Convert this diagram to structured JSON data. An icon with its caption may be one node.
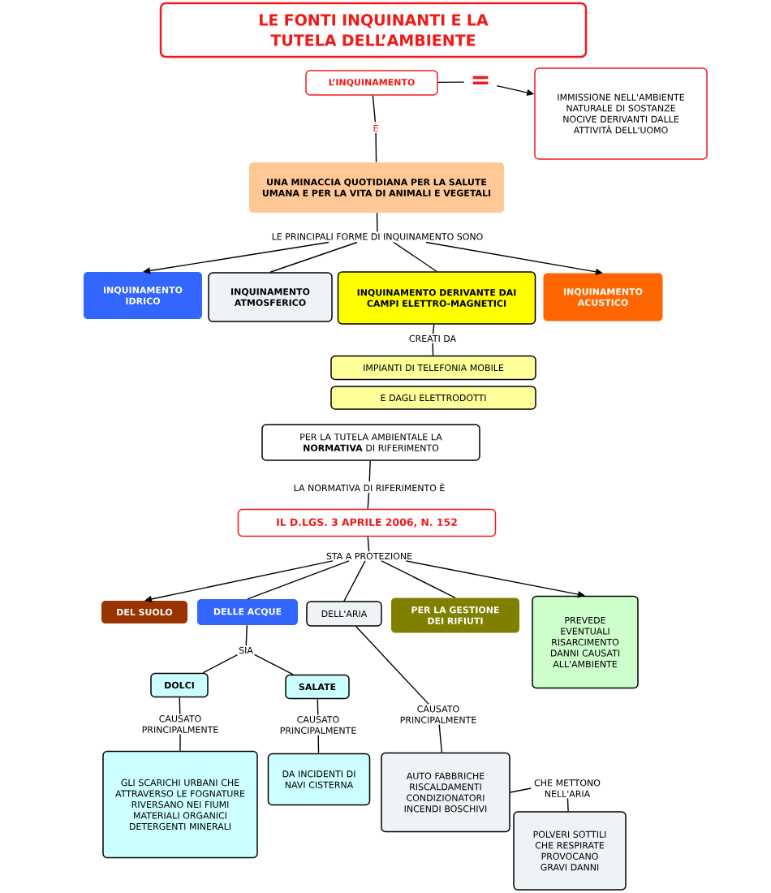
{
  "diagram": {
    "title": "LE FONTI INQUINANTI E LA TUTELA DELL’AMBIENTE",
    "nodes": [
      {
        "text": [
          "L’INQUINAMENTO"
        ]
      },
      {
        "text": [
          "="
        ]
      },
      {
        "text": [
          "IMMISSIONE NELL'AMBIENTE NATURALE DI SOSTANZE NOCIVE DERIVANTI DALLE ATTIVITÀ DELL'UOMO"
        ]
      },
      {
        "text": [
          "È"
        ]
      },
      {
        "text": [
          "UNA MINACCIA QUOTIDIANA PER LA SALUTE UMANA E PER LA VITA DI ANIMALI E VEGETALI"
        ]
      },
      {
        "text": [
          "LE PRINCIPALI FORME DI INQUINAMENTO SONO"
        ]
      },
      {
        "text": [
          "INQUINAMENTO IDRICO"
        ]
      },
      {
        "text": [
          "INQUINAMENTO ATMOSFERICO"
        ]
      },
      {
        "text": [
          "INQUINAMENTO DERIVANTE DAI CAMPI ELETTRO-MAGNETICI"
        ]
      },
      {
        "text": [
          "INQUINAMENTO ACUSTICO"
        ]
      },
      {
        "text": [
          "CREATI DA"
        ]
      },
      {
        "text": [
          "IMPIANTI DI TELEFONIA MOBILE"
        ]
      },
      {
        "text": [
          "E DAGLI ELETTRODOTTI"
        ]
      },
      {
        "text": [
          "PER LA TUTELA AMBIENTALE LA **NORMATIVA** DI RIFERIMENTO"
        ]
      },
      {
        "text": [
          "LA NORMATIVA DI RIFERIMENTO È"
        ]
      },
      {
        "text": [
          "IL D.LGS. 3 APRILE 2006, N. 152"
        ]
      },
      {
        "text": [
          "STA A PROTEZIONE"
        ]
      },
      {
        "text": [
          "DEL SUOLO"
        ]
      },
      {
        "text": [
          "DELLE ACQUE"
        ]
      },
      {
        "text": [
          "DELL'ARIA"
        ]
      },
      {
        "text": [
          "PER LA GESTIONE DEI RIFIUTI"
        ]
      },
      {
        "text": [
          "PREVEDE EVENTUALI RISARCIMENTO DANNI CAUSATI ALL'AMBIENTE"
        ]
      },
      {
        "text": [
          "SIA"
        ]
      },
      {
        "text": [
          "DOLCI"
        ]
      },
      {
        "text": [
          "SALATE"
        ]
      },
      {
        "text": [
          "CAUSATO PRINCIPALMENTE"
        ]
      },
      {
        "text": [
          "CAUSATO PRINCIPALMENTE"
        ]
      },
      {
        "text": [
          "CAUSATO PRINCIPALMENTE"
        ]
      },
      {
        "text": [
          "GLI SCARICHI URBANI CHE ATTRAVERSO LE FOGNATURE RIVERSANO NEI FIUMI MATERIALI ORGANICI DETERGENTI MINERALI"
        ]
      },
      {
        "text": [
          "DA INCIDENTI DI NAVI CISTERNA"
        ]
      },
      {
        "text": [
          "AUTO FABBRICHE RISCALDAMENTI CONDIZIONATORI INCENDI BOSCHIVI"
        ]
      },
      {
        "text": [
          "CHE METTONO NELL'ARIA"
        ]
      },
      {
        "text": [
          "POLVERI SOTTILI CHE RESPIRATE PROVOCANO GRAVI DANNI"
        ]
      }
    ],
    "edges": [
      {
        "from": 0,
        "to": 1,
        "arrow": "none"
      },
      {
        "from": 1,
        "to": 2,
        "arrow": "to"
      },
      {
        "from": 0,
        "to": 3,
        "arrow": "none"
      },
      {
        "from": 3,
        "to": 4,
        "arrow": "none"
      },
      {
        "from": 4,
        "to": 5,
        "arrow": "none"
      },
      {
        "from": 5,
        "to": 6,
        "arrow": "to"
      },
      {
        "from": 5,
        "to": 7,
        "arrow": "none"
      },
      {
        "from": 5,
        "to": 8,
        "arrow": "none"
      },
      {
        "from": 5,
        "to": 9,
        "arrow": "to"
      },
      {
        "from": 8,
        "to": 10,
        "arrow": "none"
      },
      {
        "from": 10,
        "to": 11,
        "arrow": "none"
      },
      {
        "from": 13,
        "to": 14,
        "arrow": "none"
      },
      {
        "from": 14,
        "to": 15,
        "arrow": "none"
      },
      {
        "from": 15,
        "to": 16,
        "arrow": "none"
      },
      {
        "from": 16,
        "to": 17,
        "arrow": "to"
      },
      {
        "from": 16,
        "to": 18,
        "arrow": "none"
      },
      {
        "from": 16,
        "to": 19,
        "arrow": "none"
      },
      {
        "from": 16,
        "to": 20,
        "arrow": "none"
      },
      {
        "from": 16,
        "to": 21,
        "arrow": "to"
      },
      {
        "from": 18,
        "to": 22,
        "arrow": "none"
      },
      {
        "from": 22,
        "to": 23,
        "arrow": "none"
      },
      {
        "from": 22,
        "to": 24,
        "arrow": "none"
      },
      {
        "from": 23,
        "to": 25,
        "arrow": "none"
      },
      {
        "from": 25,
        "to": 28,
        "arrow": "none"
      },
      {
        "from": 24,
        "to": 26,
        "arrow": "none"
      },
      {
        "from": 26,
        "to": 29,
        "arrow": "none"
      },
      {
        "from": 19,
        "to": 27,
        "arrow": "none"
      },
      {
        "from": 27,
        "to": 30,
        "arrow": "none"
      },
      {
        "from": 30,
        "to": 31,
        "arrow": "none"
      },
      {
        "from": 31,
        "to": 32,
        "arrow": "none"
      }
    ]
  }
}
